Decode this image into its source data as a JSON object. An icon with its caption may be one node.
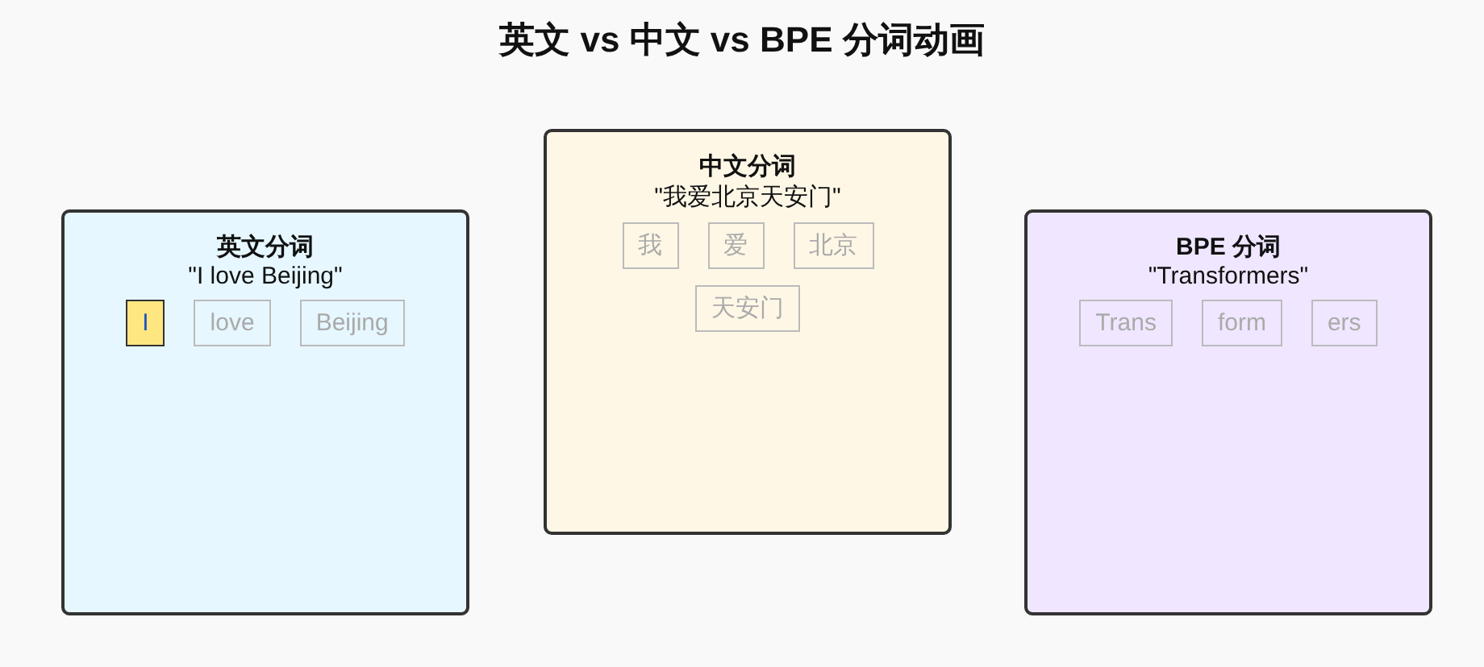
{
  "diagram": {
    "title": "英文 vs 中文 vs BPE 分词动画",
    "nodes": [
      {
        "text": [
          "英文分词",
          "\"I love Beijing\""
        ]
      },
      {
        "text": [
          "I"
        ],
        "in": 0
      },
      {
        "text": [
          "love"
        ],
        "in": 0
      },
      {
        "text": [
          "Beijing"
        ],
        "in": 0
      },
      {
        "text": [
          "中文分词",
          "\"我爱北京天安门\""
        ]
      },
      {
        "text": [
          "我"
        ],
        "in": 4
      },
      {
        "text": [
          "爱"
        ],
        "in": 4
      },
      {
        "text": [
          "北京"
        ],
        "in": 4
      },
      {
        "text": [
          "天安门"
        ],
        "in": 4
      },
      {
        "text": [
          "BPE 分词",
          "\"Transformers\""
        ]
      },
      {
        "text": [
          "Trans"
        ],
        "in": 9
      },
      {
        "text": [
          "form"
        ],
        "in": 9
      },
      {
        "text": [
          "ers"
        ],
        "in": 9
      }
    ]
  }
}
